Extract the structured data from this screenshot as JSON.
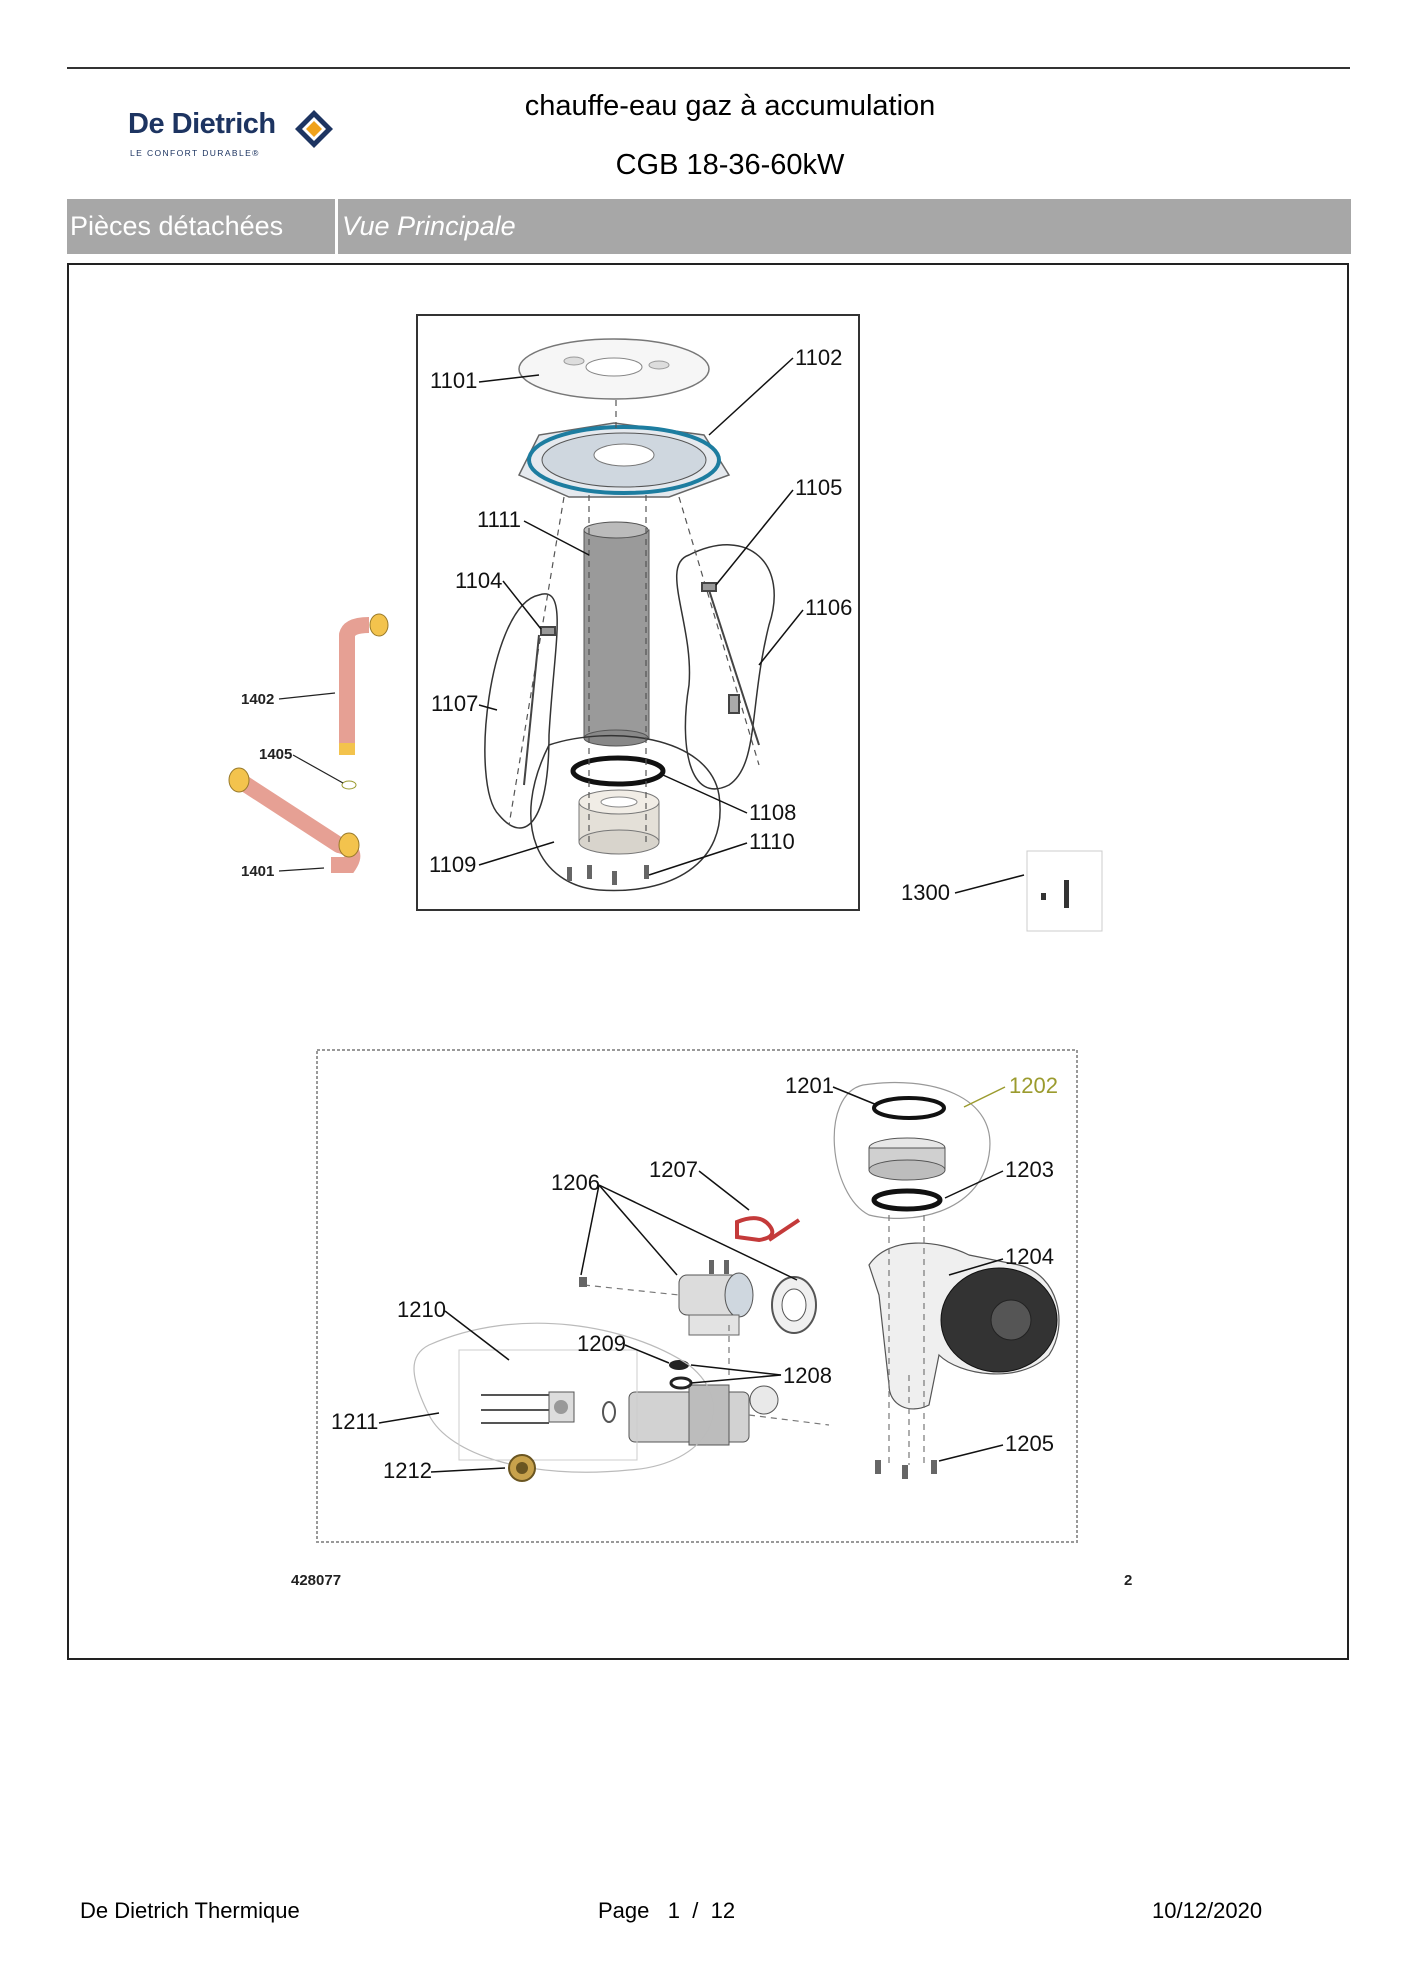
{
  "brand": {
    "name": "De Dietrich",
    "tagline": "LE CONFORT DURABLE®"
  },
  "header": {
    "title_line1": "chauffe-eau gaz à accumulation",
    "title_line2": "CGB 18-36-60kW"
  },
  "bar": {
    "section": "Pièces détachées",
    "view": "Vue Principale"
  },
  "diagram": {
    "callouts_top": [
      "1101",
      "1102",
      "1111",
      "1105",
      "1104",
      "1106",
      "1107",
      "1108",
      "1110",
      "1109"
    ],
    "callouts_pipes": [
      "1402",
      "1405",
      "1401"
    ],
    "callout_1300": "1300",
    "callouts_bottom": [
      "1201",
      "1202",
      "1207",
      "1206",
      "1203",
      "1204",
      "1210",
      "1209",
      "1208",
      "1211",
      "1212",
      "1205"
    ],
    "ref_number": "428077",
    "sheet_number": "2"
  },
  "footer": {
    "company": "De Dietrich Thermique",
    "page_label": "Page",
    "page_current": "1",
    "page_sep": "/",
    "page_total": "12",
    "date": "10/12/2020"
  },
  "colors": {
    "brand_blue": "#1d3461",
    "brand_orange": "#f0a21c",
    "bar_gray": "#a7a7a7",
    "highlight_olive": "#9b9b2e",
    "pipe_pink": "#e6a094",
    "gasket_red": "#c43a3a"
  }
}
